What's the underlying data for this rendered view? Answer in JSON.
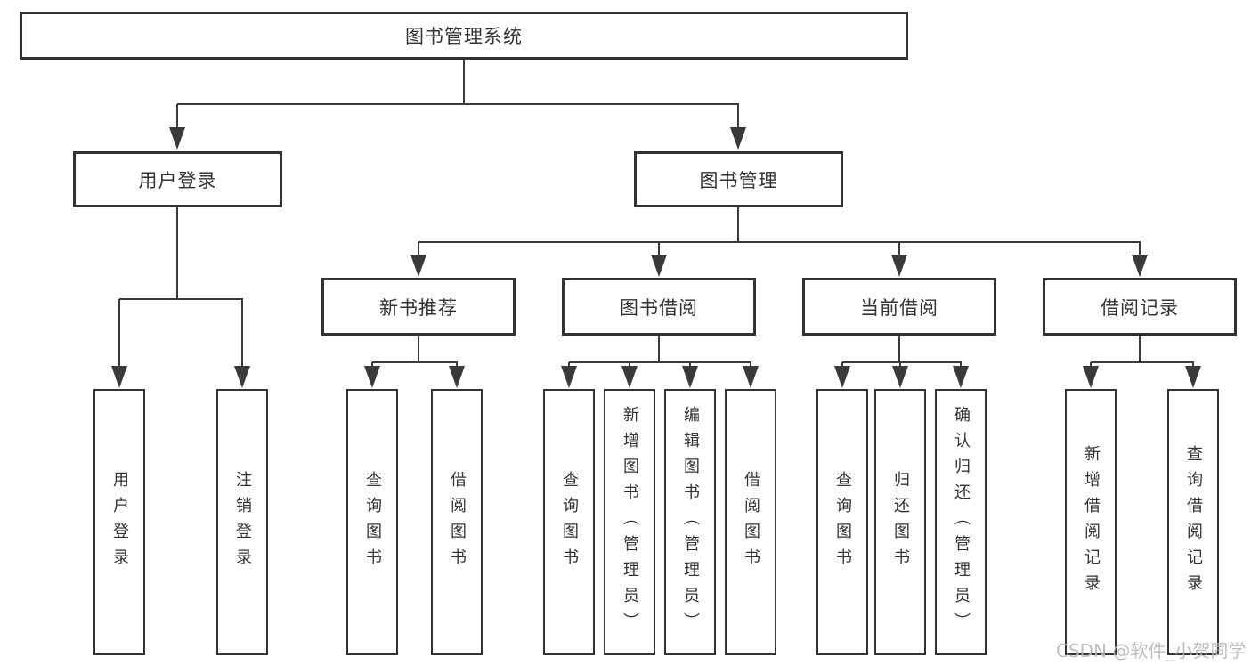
{
  "tree": {
    "label": "图书管理系统",
    "children": [
      {
        "label": "用户登录",
        "children": [
          {
            "label": "用户登录"
          },
          {
            "label": "注销登录"
          }
        ]
      },
      {
        "label": "图书管理",
        "children": [
          {
            "label": "新书推荐",
            "children": [
              {
                "label": "查询图书"
              },
              {
                "label": "借阅图书"
              }
            ]
          },
          {
            "label": "图书借阅",
            "children": [
              {
                "label": "查询图书"
              },
              {
                "label": "新增图书（管理员）"
              },
              {
                "label": "编辑图书（管理员）"
              },
              {
                "label": "借阅图书"
              }
            ]
          },
          {
            "label": "当前借阅",
            "children": [
              {
                "label": "查询图书"
              },
              {
                "label": "归还图书"
              },
              {
                "label": "确认归还（管理员）"
              }
            ]
          },
          {
            "label": "借阅记录",
            "children": [
              {
                "label": "新增借阅记录"
              },
              {
                "label": "查询借阅记录"
              }
            ]
          }
        ]
      }
    ]
  },
  "watermark": "CSDN @软件_小贺同学",
  "colors": {
    "line": "#3a3a3a",
    "border": "#333333",
    "text": "#333333",
    "background": "#ffffff",
    "watermark": "#b9b9b9"
  }
}
